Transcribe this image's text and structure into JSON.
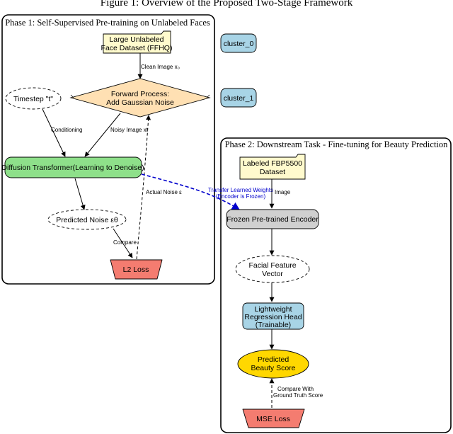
{
  "title": "Figure 1: Overview of the Proposed Two-Stage Framework",
  "clusters": {
    "phase1": {
      "label": "Phase 1: Self-Supervised Pre-training on Unlabeled Faces"
    },
    "phase2": {
      "label": "Phase 2: Downstream Task - Fine-tuning for Beauty Prediction"
    }
  },
  "legend": {
    "cluster_0": "cluster_0",
    "cluster_1": "cluster_1"
  },
  "nodes": {
    "ffhq": [
      "Large Unlabeled",
      "Face Dataset (FFHQ)"
    ],
    "forward": [
      "Forward Process:",
      "Add Gaussian Noise"
    ],
    "timestep": [
      "Timestep \"t\""
    ],
    "transformer": [
      "Diffusion Transformer(Learning to Denoise)"
    ],
    "pred_noise": [
      "Predicted Noise εθ"
    ],
    "l2": [
      "L2 Loss"
    ],
    "fbp": [
      "Labeled FBP5500",
      "Dataset"
    ],
    "encoder": [
      "Frozen Pre-trained Encoder"
    ],
    "feature": [
      "Facial Feature",
      "Vector"
    ],
    "head": [
      "Lightweight",
      "Regression Head",
      "(Trainable)"
    ],
    "pred_beauty": [
      "Predicted",
      "Beauty Score"
    ],
    "mse": [
      "MSE Loss"
    ]
  },
  "edges": {
    "clean_image": "Clean Image x₀",
    "noisy_image": "Noisy Image xt",
    "conditioning": "Conditioning",
    "actual_noise": "Actual Noise ε",
    "compare": "Compare",
    "transfer": [
      "Transfer Learned Weights",
      "(Encoder is Frozen)"
    ],
    "image": "Image",
    "compare_gt": [
      "Compare With",
      "Ground Truth Score"
    ]
  },
  "colors": {
    "dataset": "#fffacd",
    "process": "#ffe0b3",
    "transformer": "#8ee08a",
    "loss": "#f47c70",
    "encoder": "#d0d0d0",
    "head": "#a8d4e6",
    "beauty": "#ffd700",
    "cluster_fill": "#a8d4e6",
    "transfer_edge": "#0000cc"
  }
}
